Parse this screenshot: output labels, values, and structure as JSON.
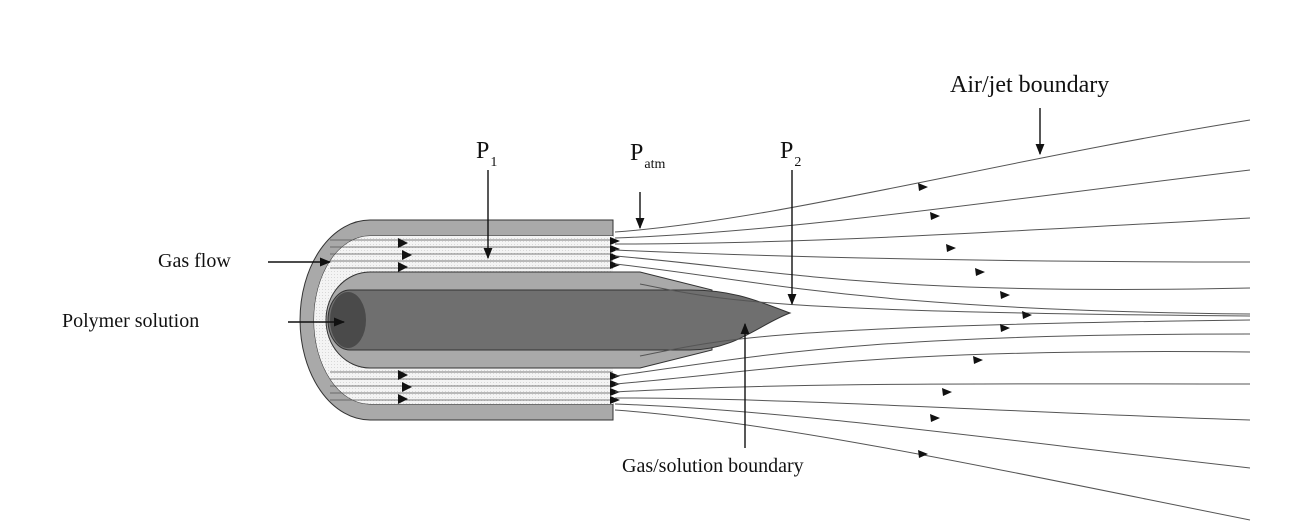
{
  "labels": {
    "air_jet_boundary": "Air/jet boundary",
    "p1_main": "P",
    "p1_sub": "1",
    "patm_main": "P",
    "patm_sub": "atm",
    "p2_main": "P",
    "p2_sub": "2",
    "gas_flow": "Gas flow",
    "polymer_solution": "Polymer solution",
    "gas_solution_boundary": "Gas/solution boundary"
  },
  "colors": {
    "nozzle_wall": "#a9a9a9",
    "polymer": "#6f6f6f",
    "polymer_dark": "#4a4a4a",
    "gas_channel": "#f2f2f2",
    "lines": "#555555",
    "arrows": "#111111"
  }
}
